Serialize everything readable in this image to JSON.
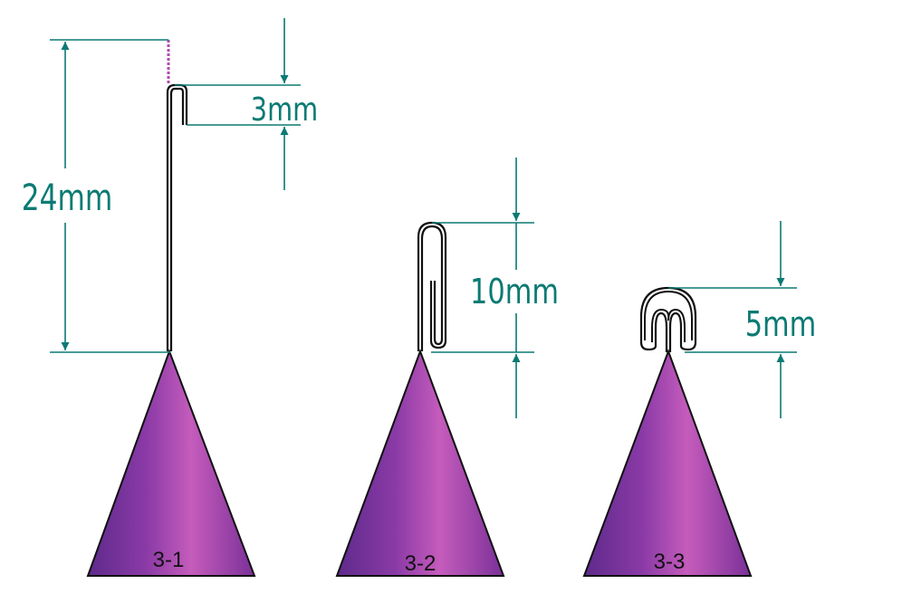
{
  "colors": {
    "dimension": "#0b7a73",
    "sheet_metal": "#111111",
    "cone_dark": "#6a2a90",
    "cone_light": "#c25ab8",
    "edge_marker": "#b04ab0",
    "label_text": "#111111"
  },
  "panels": [
    {
      "label": "3-1",
      "hook": "open-hook"
    },
    {
      "label": "3-2",
      "hook": "long-fold"
    },
    {
      "label": "3-3",
      "hook": "double-u-seam"
    }
  ],
  "dimensions": {
    "total_height": "24mm",
    "hook_3_1": "3mm",
    "hook_3_2": "10mm",
    "hook_3_3": "5mm"
  }
}
